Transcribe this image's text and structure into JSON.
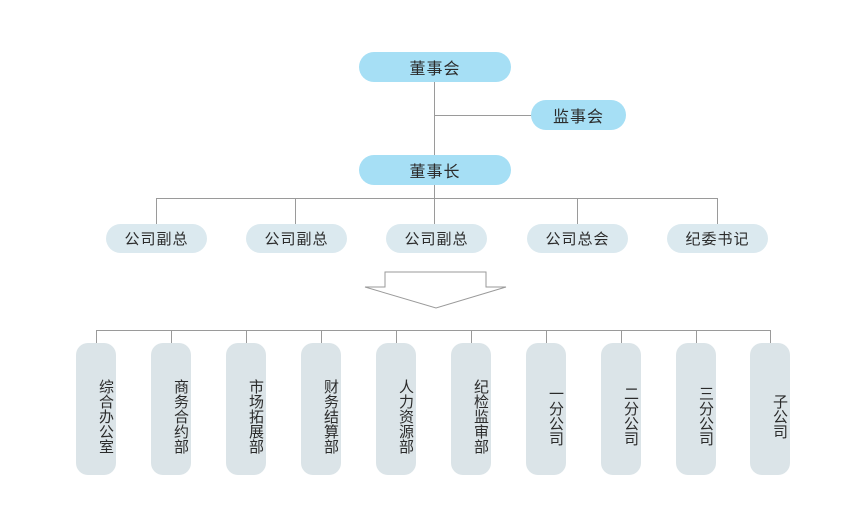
{
  "colors": {
    "top_node": "#a6dff5",
    "mid_node": "#dbe9ef",
    "dept_node": "#dbe4e8",
    "connector": "#9a9a9a"
  },
  "board": "董事会",
  "supervisors": "监事会",
  "chairman": "董事长",
  "executives": [
    "公司副总",
    "公司副总",
    "公司副总",
    "公司总会",
    "纪委书记"
  ],
  "departments": [
    "综合办公室",
    "商务合约部",
    "市场拓展部",
    "财务结算部",
    "人力资源部",
    "纪检监审部",
    "一分公司",
    "二分公司",
    "三分公司",
    "子公司"
  ]
}
